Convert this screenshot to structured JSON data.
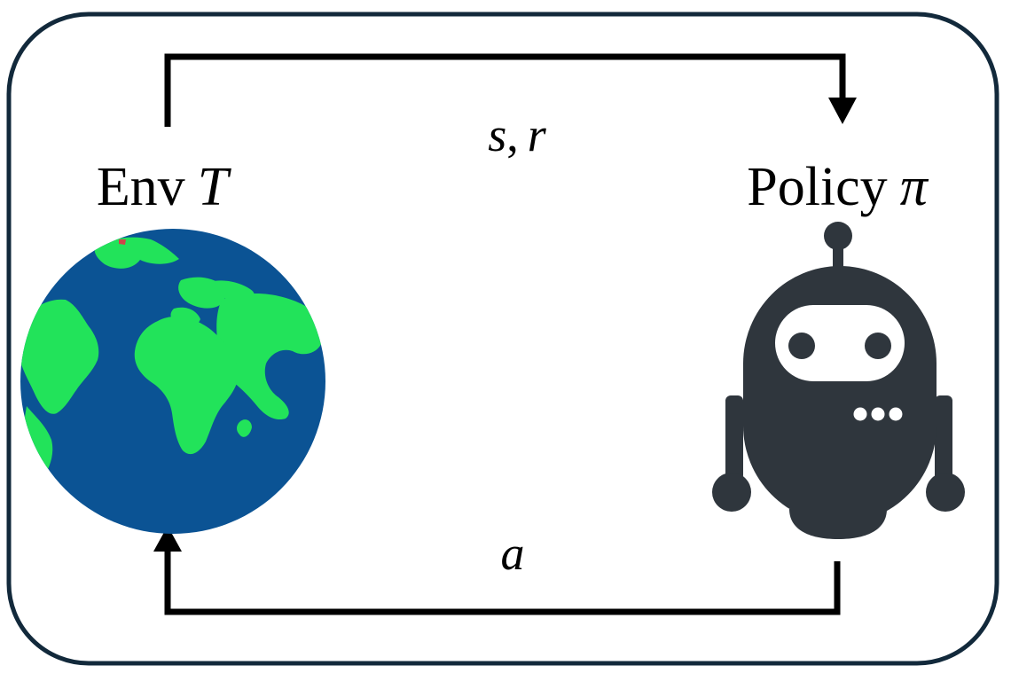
{
  "environment": {
    "label": "Env",
    "symbol": "T",
    "icon": "globe-icon",
    "colors": {
      "ocean": "#0b5394",
      "land": "#22e35a"
    }
  },
  "policy": {
    "label": "Policy",
    "symbol": "π",
    "icon": "robot-icon",
    "colors": {
      "body": "#2f363d",
      "face": "#ffffff"
    }
  },
  "edges": {
    "top": {
      "label_a": "s",
      "sep": ",",
      "label_b": "r",
      "direction": "environment-to-policy"
    },
    "bottom": {
      "label": "a",
      "direction": "policy-to-environment"
    }
  },
  "frame": {
    "border_color": "#12293b"
  }
}
